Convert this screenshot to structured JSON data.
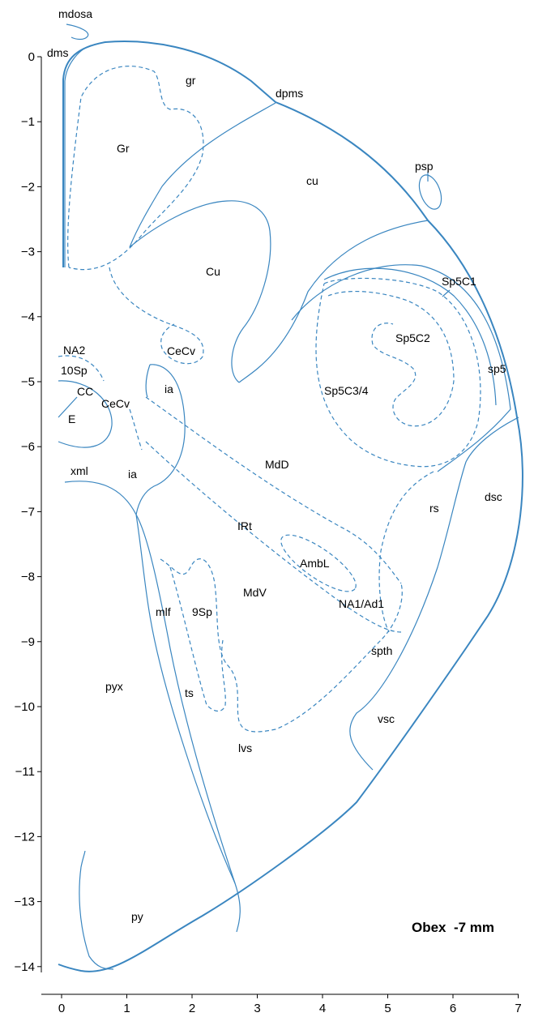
{
  "caption": "Obex  -7 mm",
  "axes": {
    "x_ticks": [
      "0",
      "1",
      "2",
      "3",
      "4",
      "5",
      "6",
      "7"
    ],
    "y_ticks": [
      "0",
      "−1",
      "−2",
      "−3",
      "−4",
      "−5",
      "−6",
      "−7",
      "−8",
      "−9",
      "−10",
      "−11",
      "−12",
      "−13",
      "−14"
    ]
  },
  "regions": {
    "mdosa": "mdosa",
    "dms": "dms",
    "gr": "gr",
    "dpms": "dpms",
    "Gr": "Gr",
    "cu": "cu",
    "psp": "psp",
    "Cu": "Cu",
    "Sp5C1": "Sp5C1",
    "NA2": "NA2",
    "CeCv_top": "CeCv",
    "Sp5C2": "Sp5C2",
    "tenSp": "10Sp",
    "ia_top": "ia",
    "sp5": "sp5",
    "CC": "CC",
    "CeCv_mid": "CeCv",
    "Sp5C3_4": "Sp5C3/4",
    "E": "E",
    "MdD": "MdD",
    "xml": "xml",
    "ia_mid": "ia",
    "rs": "rs",
    "dsc": "dsc",
    "IRt": "IRt",
    "AmbL": "AmbL",
    "MdV": "MdV",
    "mlf": "mlf",
    "nineSp": "9Sp",
    "NA1_Ad1": "NA1/Ad1",
    "spth": "spth",
    "pyx": "pyx",
    "ts": "ts",
    "vsc": "vsc",
    "lvs": "lvs",
    "py": "py"
  }
}
